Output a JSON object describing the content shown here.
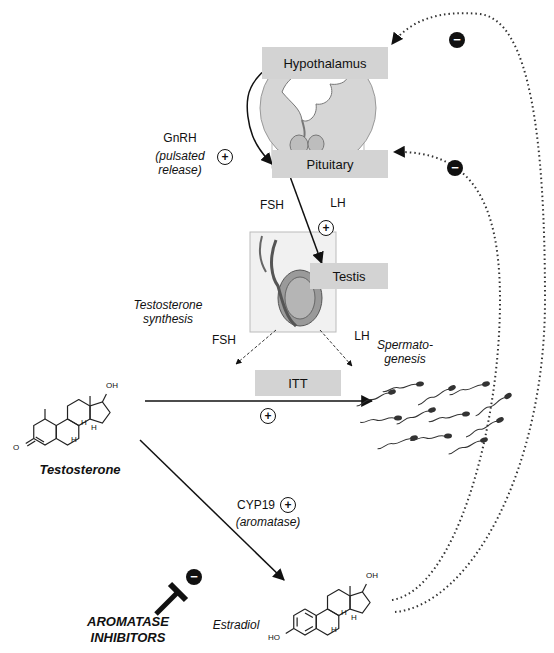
{
  "diagram": {
    "nodes": [
      {
        "text": [
          "Hypothalamus"
        ]
      },
      {
        "text": [
          "Pituitary"
        ]
      },
      {
        "text": [
          "Testis"
        ]
      },
      {
        "text": [
          "ITT"
        ]
      }
    ],
    "edges": [
      {
        "from": 0,
        "to": 1,
        "arrow": "to",
        "label": "GnRH"
      },
      {
        "from": 1,
        "to": 2,
        "arrow": "to"
      }
    ],
    "labels": [
      "(pulsated release)",
      "+",
      "FSH",
      "LH",
      "+",
      "Testosterone synthesis",
      "FSH",
      "LH",
      "Spermato- genesis",
      "+",
      "Testosterone",
      "CYP19",
      "+",
      "(aromatase)",
      "−",
      "−",
      "−",
      "AROMATASE INHIBITORS",
      "Estradiol",
      "OH",
      "O",
      "H",
      "H",
      "H",
      "OH",
      "HO",
      "H",
      "H",
      "H"
    ]
  }
}
